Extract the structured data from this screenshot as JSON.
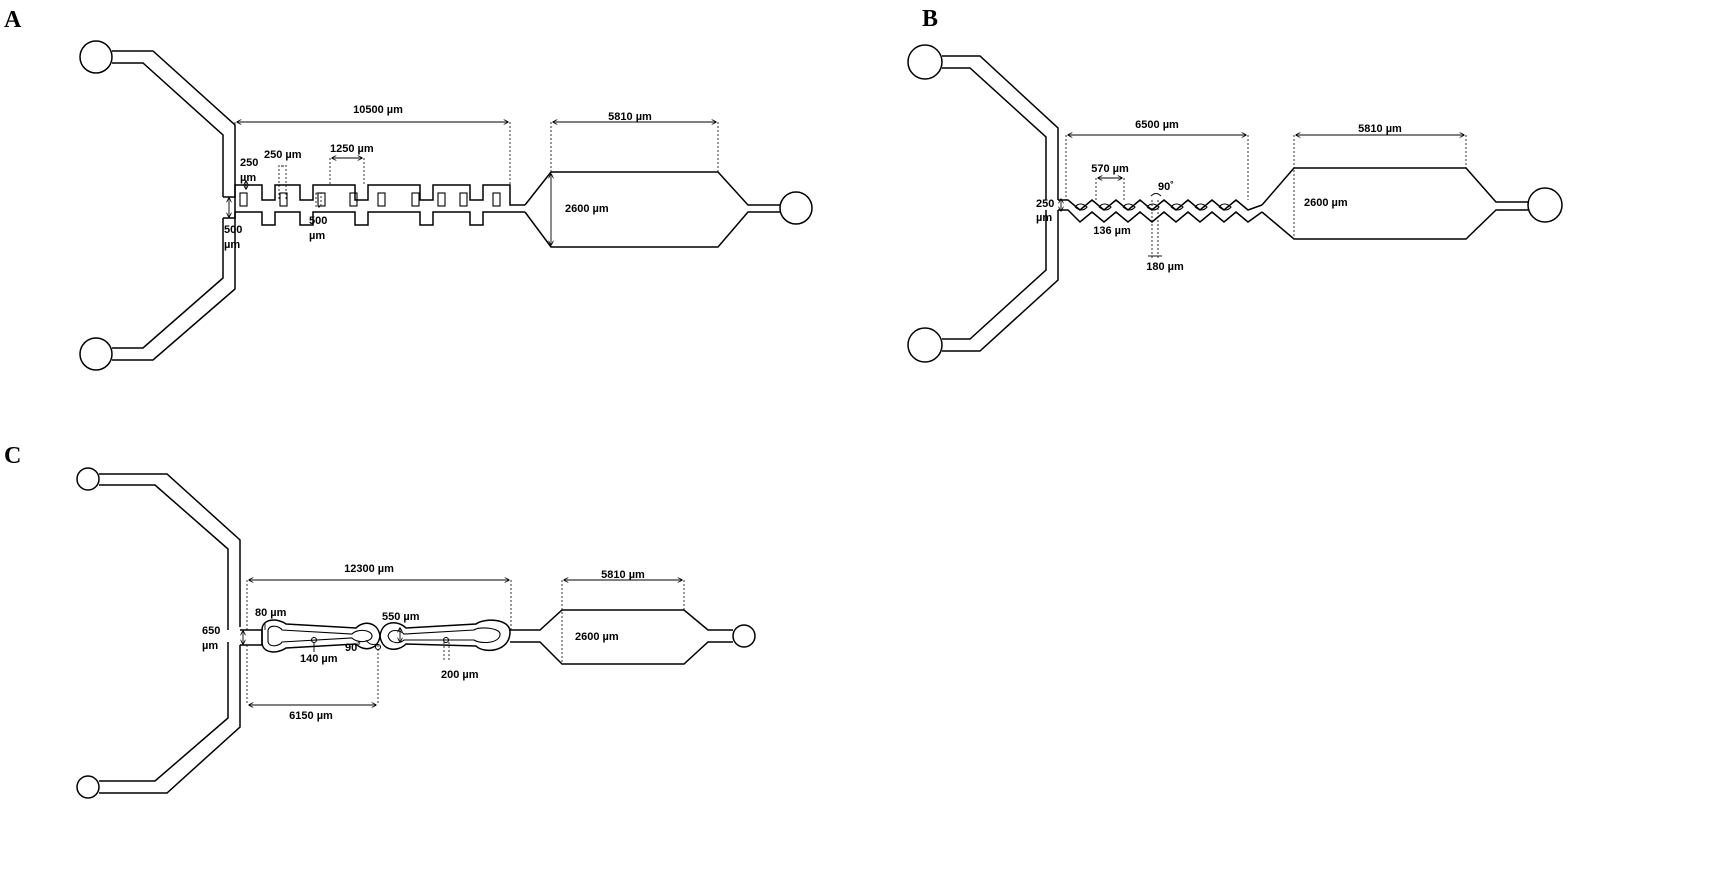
{
  "panels": {
    "A": {
      "letter": "A",
      "dims": {
        "total_length": "10500 µm",
        "chamber_length": "5810 µm",
        "chamber_width": "2600 µm",
        "barrier_width_num": "250",
        "barrier_width_unit": "µm",
        "gap_width": "250 µm",
        "period": "1250 µm",
        "inlet_width_num": "500",
        "inlet_width_unit": "µm",
        "depth_num": "500",
        "depth_unit": "µm"
      }
    },
    "B": {
      "letter": "B",
      "dims": {
        "total_length": "6500 µm",
        "chamber_length": "5810 µm",
        "chamber_width": "2600 µm",
        "inlet_width_num": "250",
        "inlet_width_unit": "µm",
        "segment_length": "570 µm",
        "angle": "90˚",
        "channel_width": "136 µm",
        "gap": "180 µm"
      }
    },
    "C": {
      "letter": "C",
      "dims": {
        "total_length": "12300 µm",
        "chamber_length": "5810 µm",
        "chamber_width": "2600 µm",
        "inlet_width_num": "650",
        "inlet_width_unit": "µm",
        "loop_width": "80 µm",
        "loop_gap": "550 µm",
        "angle": "90˚",
        "neck_width": "140 µm",
        "obstacle": "200 µm",
        "unit_length": "6150 µm"
      }
    }
  }
}
